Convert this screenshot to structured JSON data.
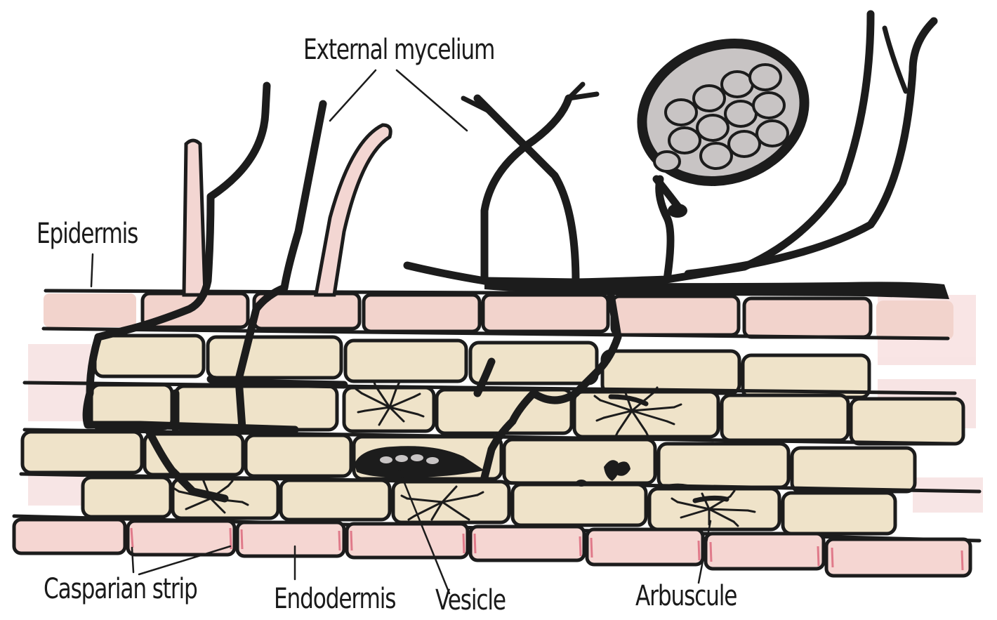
{
  "diagram": {
    "labels": {
      "external_mycelium": "External mycelium",
      "epidermis": "Epidermis",
      "casparian_strip": "Casparian strip",
      "endodermis": "Endodermis",
      "vesicle": "Vesicle",
      "arbuscule": "Arbuscule"
    },
    "colors": {
      "outline": "#1c1c1c",
      "epidermis_fill": "#f2d3cc",
      "cortex_fill": "#efe3c9",
      "endodermis_fill": "#f5d6d2",
      "casparian_mark": "#e07a8a",
      "spore_fill": "#c8c4c4",
      "hypha_pale": "#f3d6d2"
    }
  }
}
